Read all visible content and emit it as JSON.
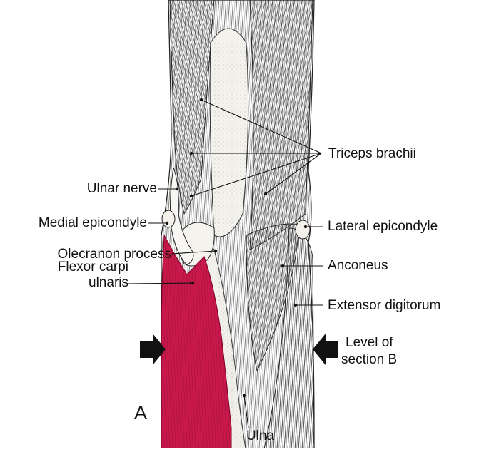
{
  "panel_letter": "A",
  "labels": {
    "triceps": "Triceps brachii",
    "ulnar_nerve": "Ulnar nerve",
    "medial_epicondyle": "Medial epicondyle",
    "lateral_epicondyle": "Lateral epicondyle",
    "olecranon": "Olecranon process",
    "anconeus": "Anconeus",
    "fcu_line1": "Flexor carpi",
    "fcu_line2": "ulnaris",
    "extensor": "Extensor digitorum",
    "level_line1": "Level of",
    "level_line2": "section B",
    "ulna": "Ulna"
  },
  "colors": {
    "flexor_carpi_ulnaris": "#c8194a",
    "ink": "#1a1a1a",
    "bone": "#f2f0ea"
  }
}
